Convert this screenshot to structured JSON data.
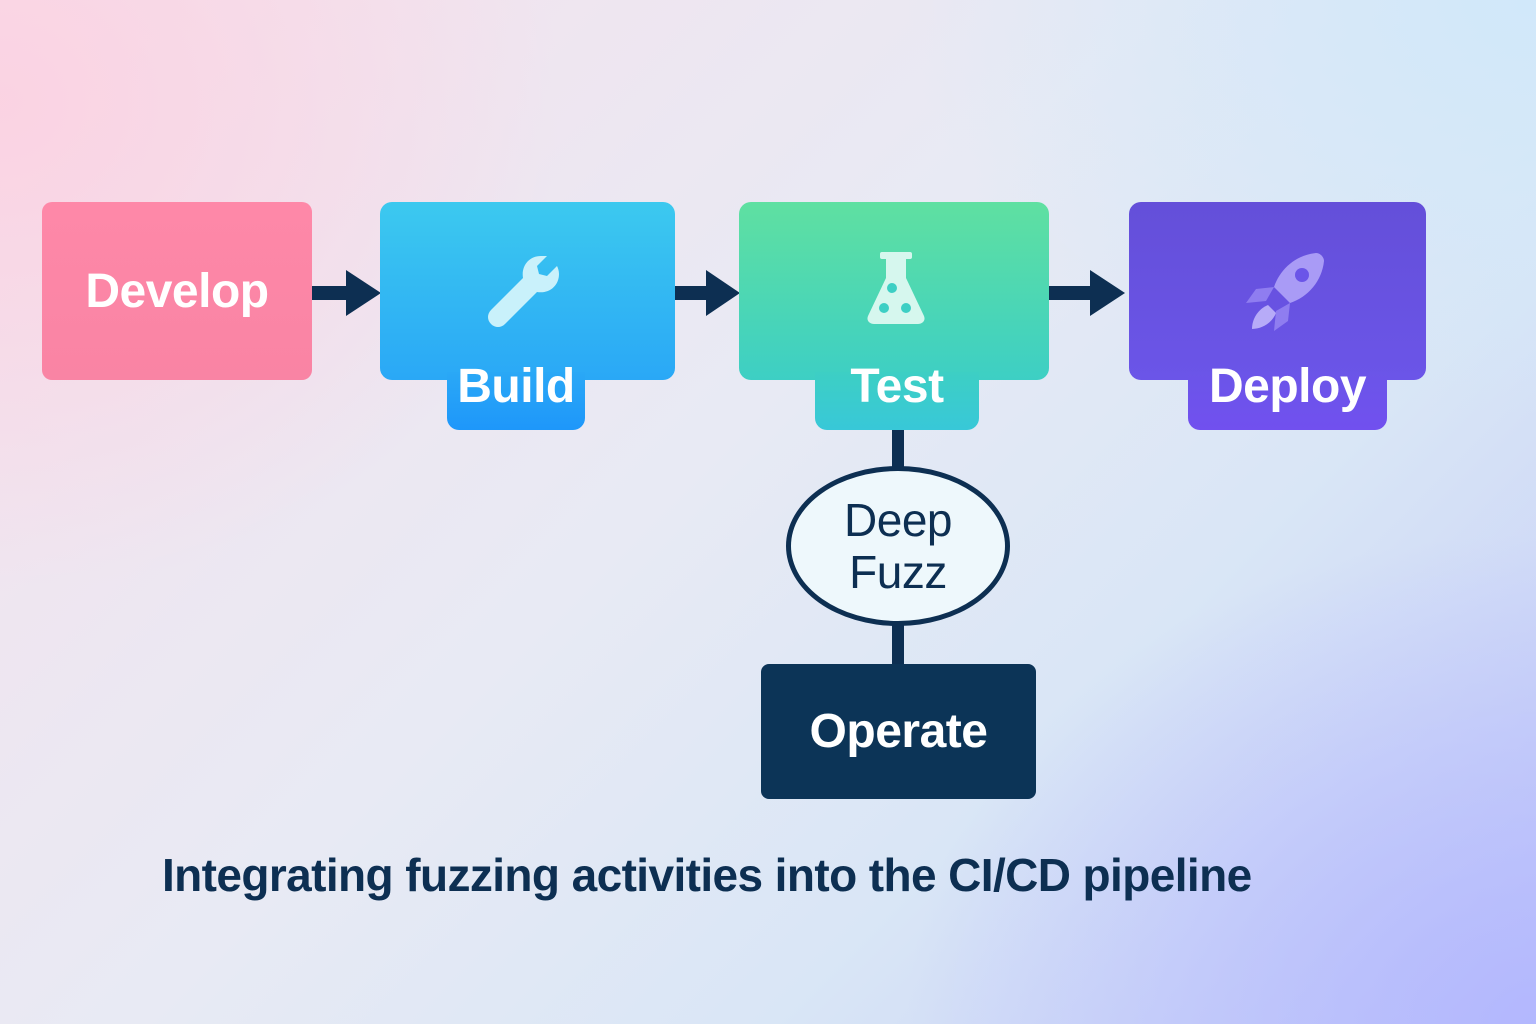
{
  "diagram": {
    "stages": {
      "develop": {
        "label": "Develop",
        "color": "#fe88a8",
        "icon": ""
      },
      "build": {
        "label": "Build",
        "color": "#2aa8f6",
        "icon": "wrench-icon"
      },
      "test": {
        "label": "Test",
        "color": "#3dcfc4",
        "icon": "flask-icon"
      },
      "deploy": {
        "label": "Deploy",
        "color": "#6b55e8",
        "icon": "rocket-icon"
      }
    },
    "fuzz": {
      "line1": "Deep",
      "line2": "Fuzz"
    },
    "operate": {
      "label": "Operate",
      "color": "#0c3457"
    },
    "caption": "Integrating fuzzing activities into the CI/CD pipeline",
    "connector_color": "#0d2f52"
  }
}
